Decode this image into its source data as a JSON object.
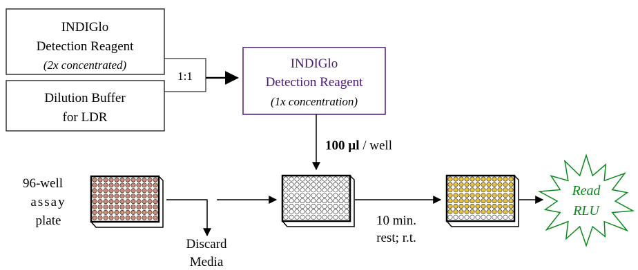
{
  "reagent_box": {
    "line1": "INDIGlo",
    "line2": "Detection Reagent",
    "line3": "(2x concentrated)"
  },
  "buffer_box": {
    "line1": "Dilution Buffer",
    "line2": "for LDR"
  },
  "ratio_label": "1:1",
  "diluted_box": {
    "line1": "INDIGlo",
    "line2": "Detection Reagent",
    "line3": "(1x concentration)"
  },
  "volume_label": {
    "amount": "100 µl",
    "rest": " / well"
  },
  "plate_label": {
    "line1": "96-well",
    "line2": "assay",
    "line3": "plate"
  },
  "discard_label": {
    "line1": "Discard",
    "line2": "Media"
  },
  "incubation_label": {
    "line1": "10 min.",
    "line2": "rest; r.t."
  },
  "readout_label": {
    "line1": "Read",
    "line2": "RLU"
  },
  "colors": {
    "diluted_box_accent": "#4b1a78",
    "starburst_green": "#0a8a1a",
    "plate1_well": "#c98a78",
    "plate3_well_yellow": "#e8c23a"
  },
  "plate3_rows_yellow": 7
}
